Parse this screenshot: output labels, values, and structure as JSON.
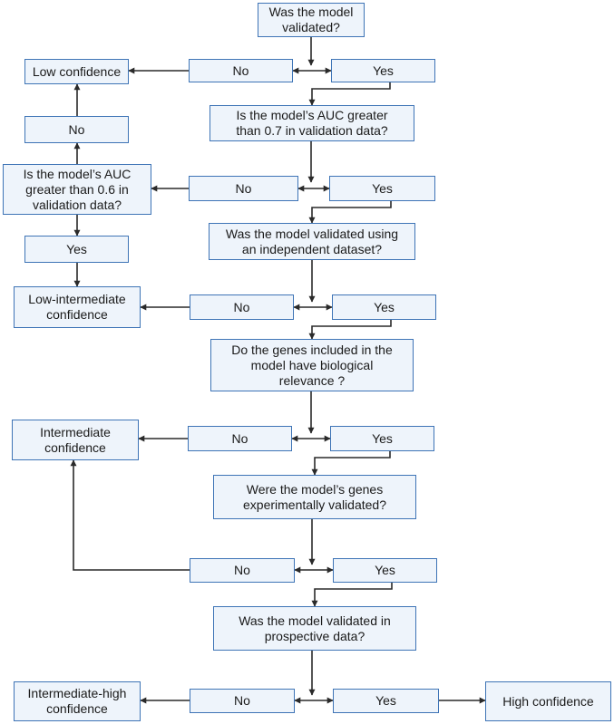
{
  "nodes": {
    "q1": "Was the model\nvalidated?",
    "q1_no": "No",
    "q1_yes": "Yes",
    "low_conf": "Low confidence",
    "q2": "Is the model’s AUC greater\nthan 0.7 in validation data?",
    "q2_no": "No",
    "q2_yes": "Yes",
    "q2b": "Is the model’s AUC\ngreater than 0.6 in\nvalidation data?",
    "q2b_no": "No",
    "q2b_yes": "Yes",
    "q3": "Was the model validated using\nan independent dataset?",
    "q3_no": "No",
    "q3_yes": "Yes",
    "low_int_conf": "Low-intermediate\nconfidence",
    "q4": "Do the genes included in the\nmodel have biological\nrelevance ?",
    "q4_no": "No",
    "q4_yes": "Yes",
    "int_conf": "Intermediate\nconfidence",
    "q5": "Were the model’s genes\nexperimentally validated?",
    "q5_no": "No",
    "q5_yes": "Yes",
    "q6": "Was the model validated in\nprospective data?",
    "q6_no": "No",
    "q6_yes": "Yes",
    "int_high_conf": "Intermediate-high\nconfidence",
    "high_conf": "High confidence"
  },
  "colors": {
    "box_fill": "#eef4fb",
    "box_border": "#3e74b6",
    "line": "#2a2a2a"
  }
}
